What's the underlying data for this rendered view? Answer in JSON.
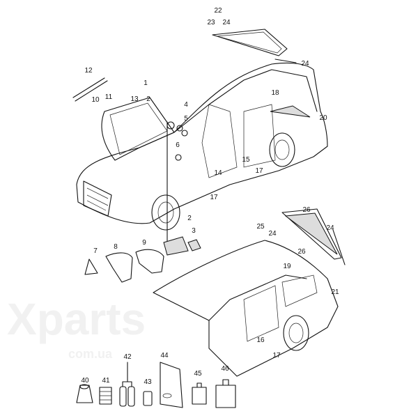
{
  "watermark": {
    "main": "Xparts",
    "sub": "com.ua"
  },
  "callouts": [
    "22",
    "23",
    "24",
    "24",
    "12",
    "11",
    "10",
    "1",
    "13",
    "2",
    "4",
    "5",
    "6",
    "18",
    "20",
    "15",
    "14",
    "17",
    "17",
    "2",
    "3",
    "7",
    "8",
    "9",
    "26",
    "25",
    "24",
    "24",
    "26",
    "19",
    "21",
    "16",
    "17",
    "40",
    "41",
    "42",
    "43",
    "44",
    "45",
    "46"
  ]
}
